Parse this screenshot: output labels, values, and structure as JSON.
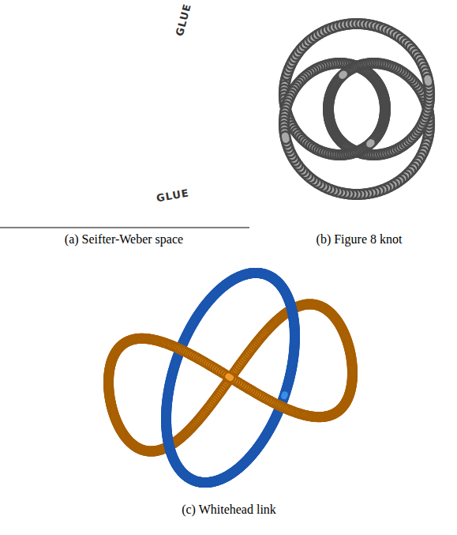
{
  "diagram": {
    "labels": [
      "GLUE",
      "GLUE",
      "(a) Seifter-Weber space",
      "(b) Figure 8 knot",
      "(c) Whitehead link"
    ]
  }
}
